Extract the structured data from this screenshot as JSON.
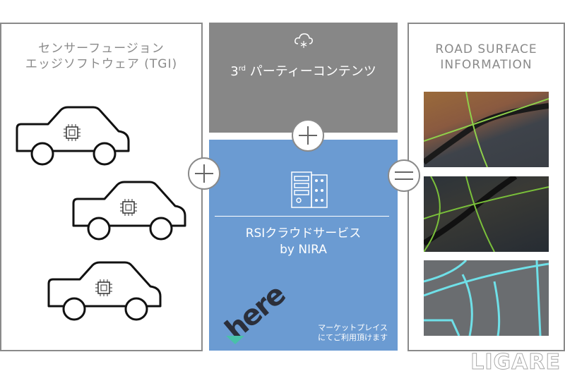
{
  "left": {
    "title_line1": "センサーフュージョン",
    "title_line2": "エッジソフトウェア (TGI)"
  },
  "middle_top": {
    "title_prefix": "3",
    "title_sup": "rd",
    "title": " パーティーコンテンツ",
    "icon": "cloud-snow-icon"
  },
  "middle_bottom": {
    "title_line1": "RSIクラウドサービス",
    "title_line2": "by NIRA",
    "icon": "server-icon",
    "logo_text": "here",
    "note_line1": "マーケットプレイス",
    "note_line2": "にてご利用頂けます"
  },
  "right": {
    "title_line1": "ROAD SURFACE",
    "title_line2": "INFORMATION"
  },
  "watermark": "LIGARE",
  "colors": {
    "gray_panel": "#878787",
    "blue_panel": "#6b9bd2",
    "border": "#8a8a8a"
  }
}
